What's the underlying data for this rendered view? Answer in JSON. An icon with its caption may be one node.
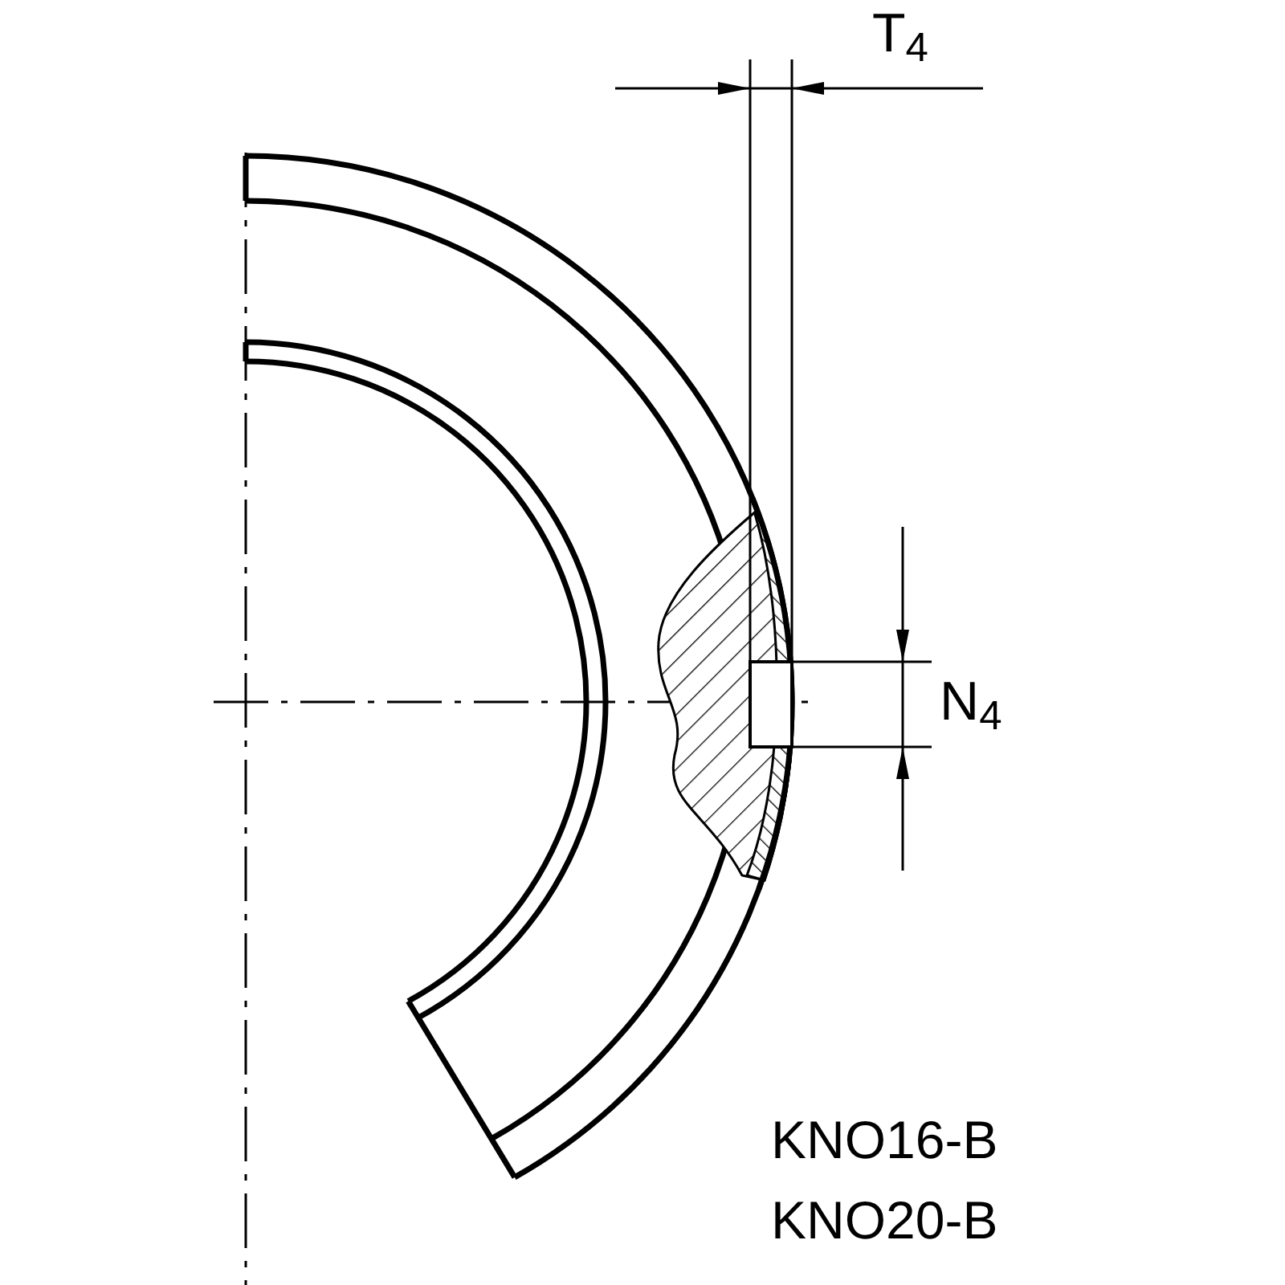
{
  "diagram": {
    "labels": [
      "T$_{4}$",
      "N$_{4}$",
      "KNO16-B",
      "KNO20-B"
    ]
  }
}
